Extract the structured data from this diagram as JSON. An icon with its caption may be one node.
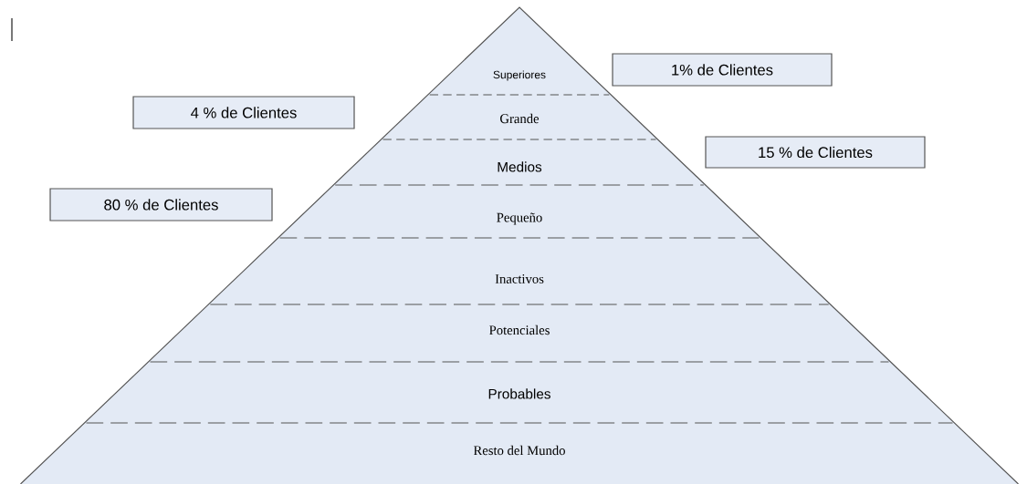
{
  "diagram": {
    "nodes": [
      {
        "text": [
          "Superiores"
        ]
      },
      {
        "text": [
          "1% de Clientes"
        ]
      },
      {
        "text": [
          "4 % de Clientes"
        ]
      },
      {
        "text": [
          "Grande"
        ]
      },
      {
        "text": [
          "15 % de Clientes"
        ]
      },
      {
        "text": [
          "Medios"
        ]
      },
      {
        "text": [
          "80 % de Clientes"
        ]
      },
      {
        "text": [
          "Pequeño"
        ]
      },
      {
        "text": [
          "Inactivos"
        ]
      },
      {
        "text": [
          "Potenciales"
        ]
      },
      {
        "text": [
          "Probables"
        ]
      },
      {
        "text": [
          "Resto del Mundo"
        ]
      }
    ]
  }
}
